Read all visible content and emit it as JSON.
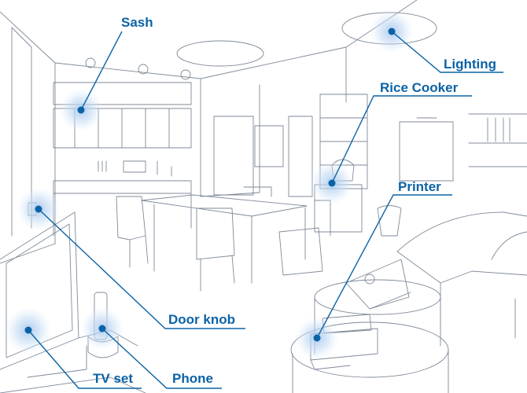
{
  "colors": {
    "label": "#0b63a6",
    "line": "#0b63a6",
    "glow": "#bcd6f2",
    "sketch": "#7f8a99",
    "sketch_light": "#b7bfcb"
  },
  "labels": {
    "sash": "Sash",
    "lighting": "Lighting",
    "rice_cooker": "Rice Cooker",
    "printer": "Printer",
    "door_knob": "Door knob",
    "tv_set": "TV set",
    "phone": "Phone"
  }
}
